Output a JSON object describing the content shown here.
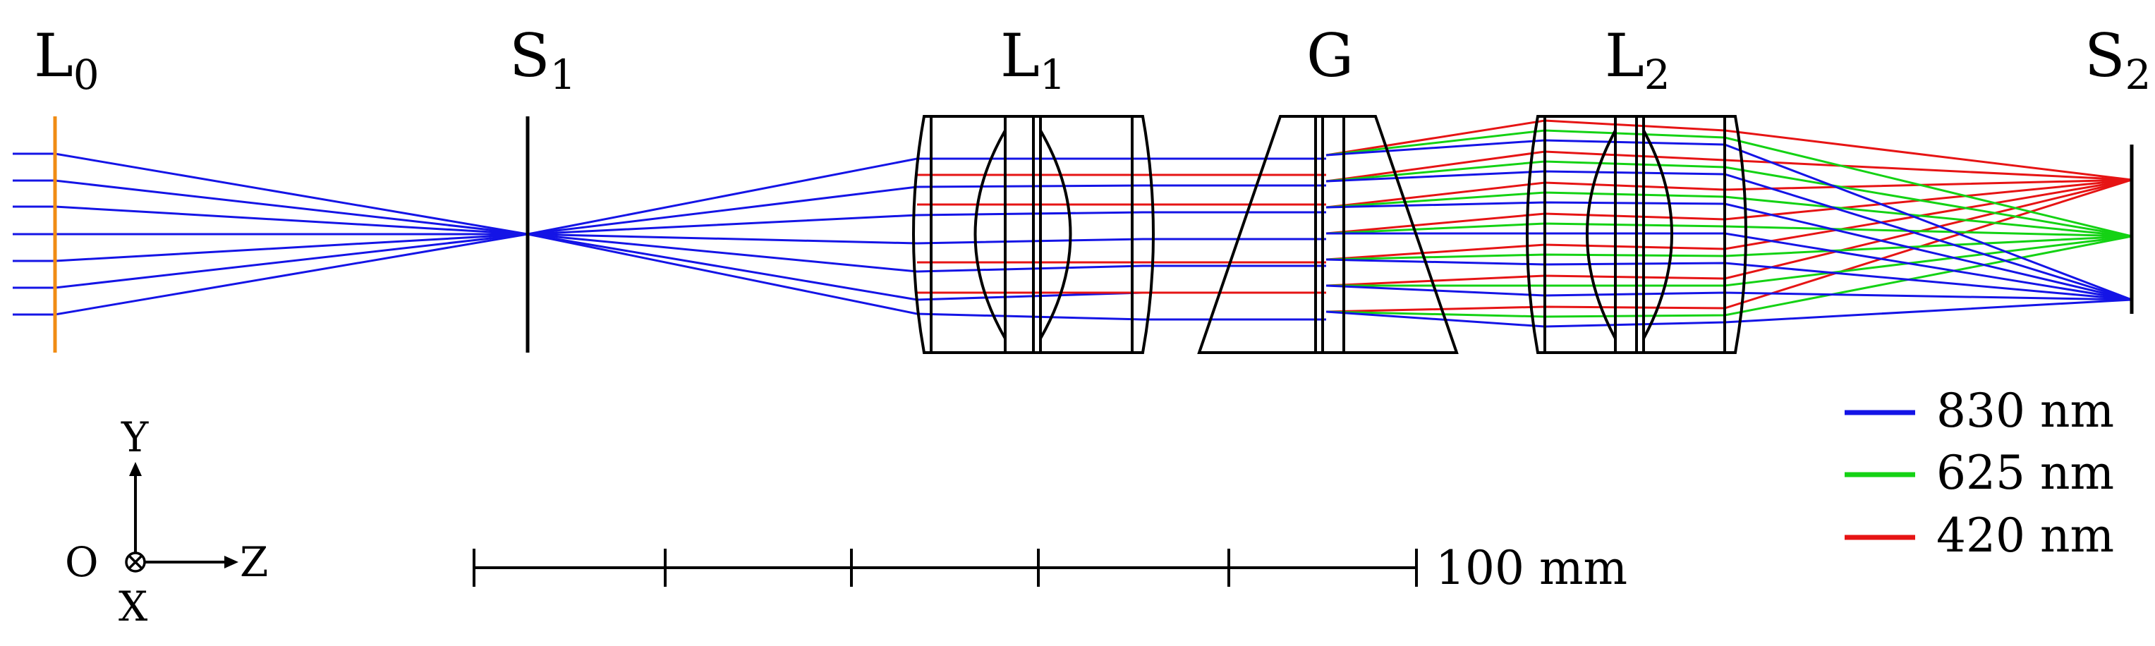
{
  "labels": {
    "L0": {
      "main": "L",
      "sub": "0"
    },
    "S1": {
      "main": "S",
      "sub": "1"
    },
    "L1": {
      "main": "L",
      "sub": "1"
    },
    "G": {
      "main": "G"
    },
    "L2": {
      "main": "L",
      "sub": "2"
    },
    "S2": {
      "main": "S",
      "sub": "2"
    }
  },
  "axes": {
    "y": "Y",
    "z": "Z",
    "o": "O",
    "x": "X"
  },
  "scale_bar": {
    "label": "100 mm",
    "divisions": 5
  },
  "legend": [
    {
      "label": "830 nm",
      "color": "#1414e6"
    },
    {
      "label": "625 nm",
      "color": "#14d214"
    },
    {
      "label": "420 nm",
      "color": "#e61414"
    }
  ],
  "source_color": "#f08c14"
}
